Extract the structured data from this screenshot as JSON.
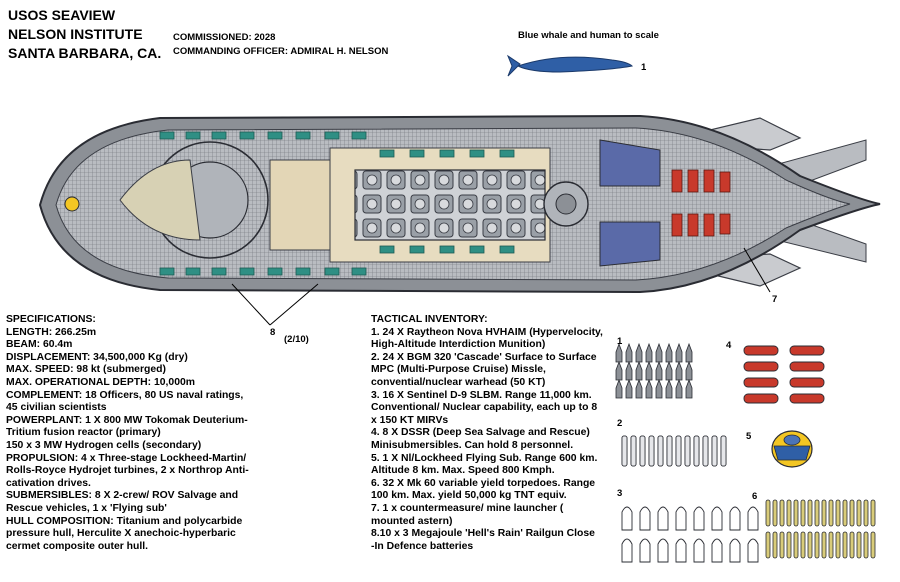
{
  "header": {
    "line1": "USOS SEAVIEW",
    "line2": "NELSON INSTITUTE",
    "line3": "SANTA BARBARA, CA.",
    "commissioned": "COMMISSIONED: 2028",
    "commanding_officer": "COMMANDING OFFICER: ADMIRAL H. NELSON"
  },
  "scale": {
    "label": "Blue whale and human to scale",
    "human_mark": "1"
  },
  "callouts": {
    "eight": "8",
    "eight_sub": "(2/10)",
    "seven": "7"
  },
  "specifications": {
    "title": "SPECIFICATIONS:",
    "lines": [
      "LENGTH: 266.25m",
      "BEAM: 60.4m",
      "DISPLACEMENT: 34,500,000 Kg (dry)",
      "MAX. SPEED: 98 kt (submerged)",
      "MAX. OPERATIONAL DEPTH: 10,000m",
      "COMPLEMENT: 18 Officers, 80 US naval ratings,",
      "45 civilian scientists",
      "POWERPLANT: 1 X 800 MW Tokomak Deuterium-",
      "Tritium fusion reactor (primary)",
      "150 x 3 MW Hydrogen cells (secondary)",
      "PROPULSION: 4 x Three-stage Lockheed-Martin/",
      "Rolls-Royce Hydrojet turbines, 2 x Northrop Anti-",
      "cativation drives.",
      "SUBMERSIBLES: 8 X 2-crew/ ROV Salvage and",
      "Rescue vehicles, 1 x 'Flying sub'",
      "HULL COMPOSITION: Titanium and polycarbide",
      "pressure hull, Herculite X anechoic-hyperbaric",
      "cermet composite outer hull."
    ]
  },
  "inventory": {
    "title": "TACTICAL INVENTORY:",
    "lines": [
      "1. 24 X Raytheon Nova HVHAIM (Hypervelocity,",
      "High-Altitude Interdiction Munition)",
      "2. 24 X BGM 320 'Cascade' Surface to Surface",
      "MPC (Multi-Purpose Cruise) Missle,",
      "convential/nuclear warhead (50 KT)",
      "3. 16 X Sentinel D-9 SLBM. Range 11,000 km.",
      "Conventional/ Nuclear capability, each up to 8",
      "x 150 KT MIRVs",
      "4. 8 X DSSR (Deep Sea Salvage and Rescue)",
      "Minisubmersibles. Can hold 8 personnel.",
      "5. 1 X Nl/Lockheed Flying Sub. Range 600 km.",
      "Altitude 8 km. Max. Speed 800 Kmph.",
      "6. 32 X Mk 60 variable yield torpedoes. Range",
      "100 km. Max. yield 50,000 kg TNT equiv.",
      "7. 1 x countermeasure/ mine launcher (",
      "mounted astern)",
      "8.10 x 3 Megajoule 'Hell's Rain' Railgun Close",
      "-In Defence batteries"
    ]
  },
  "weapon_labels": [
    "1",
    "2",
    "3",
    "4",
    "5",
    "6"
  ],
  "colors": {
    "hull_dark": "#3a3d45",
    "hull_mid": "#8c9096",
    "hull_light": "#c9cbcf",
    "deck_beige": "#e7dcc0",
    "teal_bunks": "#2f8f84",
    "blue_bay": "#5a6aa8",
    "red_ordnance": "#c8392b",
    "yellow_sub": "#f3c623",
    "whale_blue": "#2f5fa6"
  }
}
